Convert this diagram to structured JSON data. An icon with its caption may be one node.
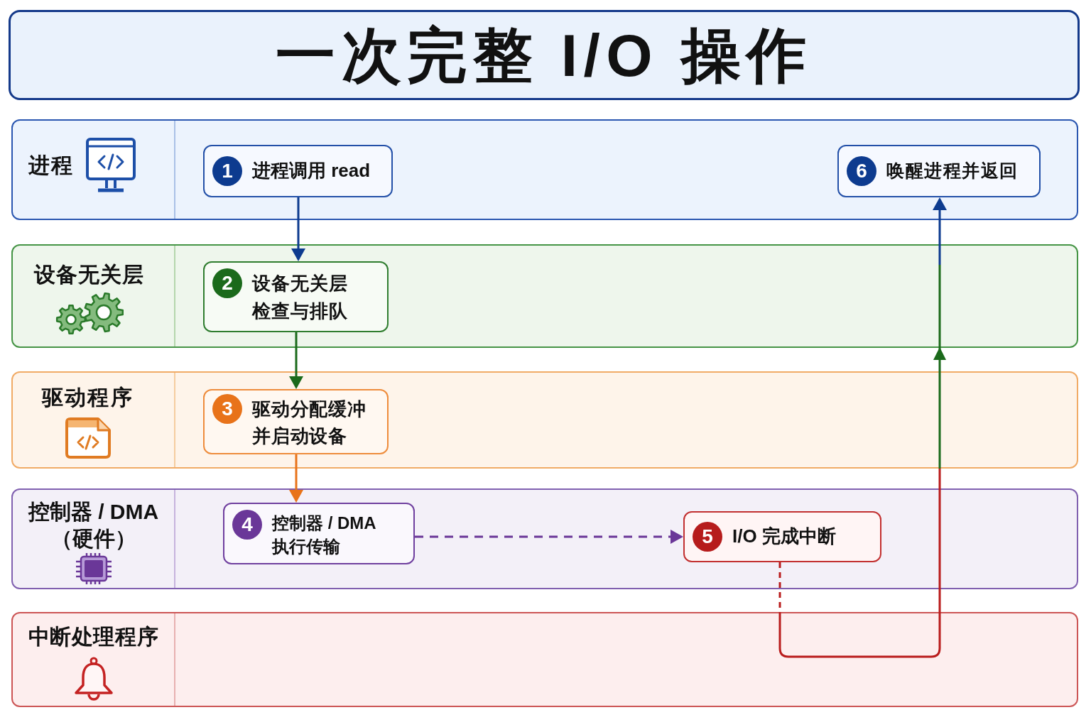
{
  "diagram": {
    "title": "一次完整 I/O 操作",
    "nodes": [
      {
        "text": [
          "进程"
        ]
      },
      {
        "text": [
          "1",
          "进程调用 read"
        ],
        "in": 0
      },
      {
        "text": [
          "6",
          "唤醒进程并返回"
        ],
        "in": 0
      },
      {
        "text": [
          "设备无关层"
        ]
      },
      {
        "text": [
          "2",
          "设备无关层检查与排队"
        ],
        "in": 3
      },
      {
        "text": [
          "驱动程序"
        ]
      },
      {
        "text": [
          "3",
          "驱动分配缓冲并启动设备"
        ],
        "in": 5
      },
      {
        "text": [
          "控制器 / DMA（硬件）"
        ]
      },
      {
        "text": [
          "4",
          "控制器 / DMA执行传输"
        ],
        "in": 7
      },
      {
        "text": [
          "5",
          "I/O 完成中断"
        ],
        "in": 7
      },
      {
        "text": [
          "中断处理程序"
        ]
      }
    ],
    "edges": [
      {
        "from": 1,
        "to": 4,
        "arrow": "to",
        "color": "#0d3b8f"
      },
      {
        "from": 4,
        "to": 6,
        "arrow": "to",
        "color": "#1b6a1b"
      },
      {
        "from": 6,
        "to": 8,
        "arrow": "to",
        "color": "#e8731a"
      },
      {
        "from": 8,
        "to": 9,
        "arrow": "to",
        "style": "dashed",
        "color": "#6a3798"
      },
      {
        "from": 9,
        "to": 10,
        "arrow": "none",
        "style": "dashed",
        "color": "#b91c1c"
      },
      {
        "from": 10,
        "to": 2,
        "arrow": "to",
        "color": "#b91c1c"
      }
    ]
  }
}
